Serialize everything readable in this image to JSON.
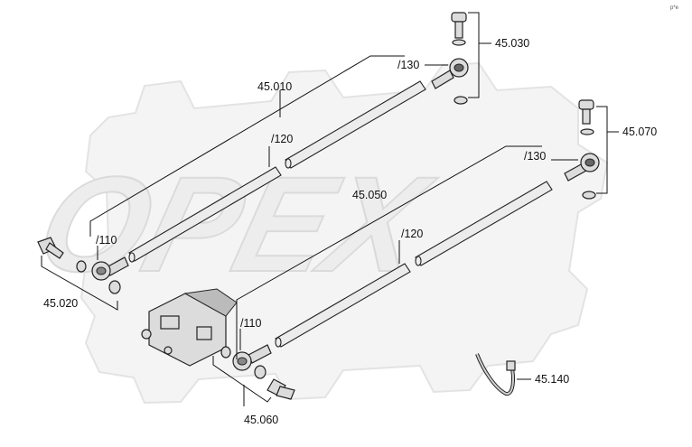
{
  "watermark": {
    "text": "OPEX",
    "color": "#efefef"
  },
  "corner_mark": "p*e",
  "labels": {
    "l45010": "45.010",
    "l45020": "45.020",
    "l45030": "45.030",
    "l45050": "45.050",
    "l45060": "45.060",
    "l45070": "45.070",
    "l45140": "45.140",
    "l110a": "/110",
    "l110b": "/110",
    "l120a": "/120",
    "l120b": "/120",
    "l130a": "/130",
    "l130b": "/130"
  }
}
